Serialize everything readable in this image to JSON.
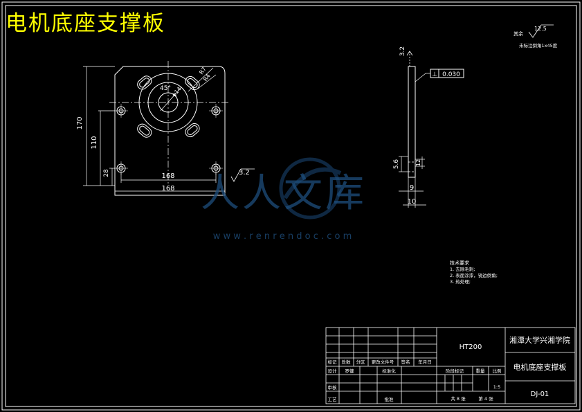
{
  "page_title": "电机底座支撑板",
  "dimensions": {
    "d170": "170",
    "d110": "110",
    "d28": "28",
    "d168_inner": "168",
    "d168_outer": "168",
    "d45": "45°",
    "dR4": "R4",
    "dR7": "R7",
    "dphi": "φ14",
    "d56": "5.6",
    "d9": "9",
    "d10": "10",
    "d12": "12",
    "rough_plate": "3.2",
    "rough_side": "3.2",
    "tolerance": "0.030",
    "tol_symbol": "⊥"
  },
  "surface_note": {
    "ra": "12.5",
    "rest": "其余",
    "chamfer": "未标注倒角1x45度"
  },
  "tech_requirements": {
    "heading": "技术要求",
    "items": [
      "1. 去除毛刺;",
      "2. 表面涂漆，锐边倒角;",
      "3. 热处理;"
    ]
  },
  "watermark": {
    "main": "人人文库",
    "url": "w w w . r e n r e n d o c . c o m"
  },
  "title_block": {
    "material": "HT200",
    "school": "湘潭大学兴湘学院",
    "part_name": "电机底座支撑板",
    "drawing_no": "DJ-01",
    "scale_label": "比例",
    "scale": "1:5",
    "stage_label": "阶段标记",
    "weight_label": "重量",
    "sheets": "共 8 张",
    "sheet_no": "第 4 张",
    "headers": [
      "标记",
      "处数",
      "分区",
      "更改文件号",
      "签名",
      "年月日"
    ],
    "row_design": [
      "设计",
      "罗健",
      "",
      "标准化"
    ],
    "row_review": "审核",
    "row_process": "工艺",
    "row_approve": "批准"
  }
}
